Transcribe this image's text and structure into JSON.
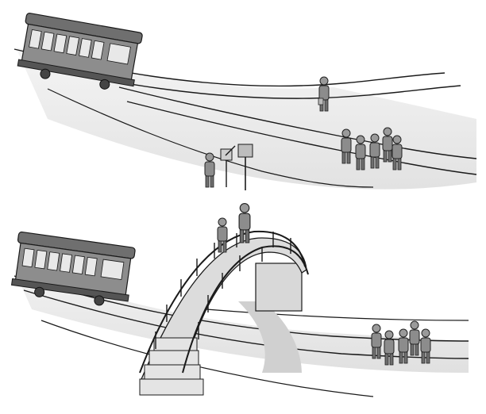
{
  "scenes": [
    {
      "id": "switch-scenario",
      "elements": [
        "trolley",
        "main-track",
        "side-track",
        "lone-worker",
        "group-of-five",
        "bystander-at-lever",
        "switch-sign"
      ]
    },
    {
      "id": "footbridge-scenario",
      "elements": [
        "trolley",
        "track",
        "footbridge",
        "large-man",
        "bystander-on-bridge",
        "group-of-five"
      ]
    }
  ],
  "palette": {
    "ink": "#1a1a1a",
    "trolley_body": "#8a8a8a",
    "trolley_window": "#e8e8e8",
    "ground_shade": "#e6e6e6",
    "bridge_fill": "#d4d4d4",
    "shadow": "#cfcfcf"
  },
  "icons": [
    "trolley-icon",
    "person-icon",
    "lever-icon",
    "sign-icon",
    "bridge-icon"
  ]
}
